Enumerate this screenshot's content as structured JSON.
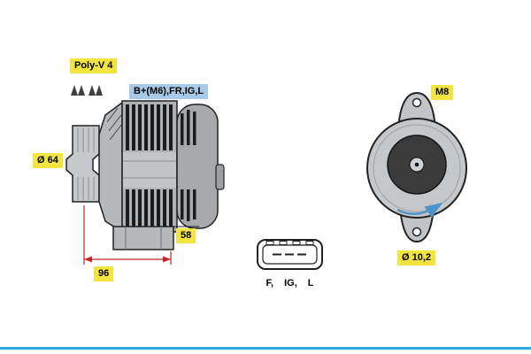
{
  "side_view": {
    "belt_type_label": "Poly-V 4",
    "terminals_label": "B+(M6),FR,IG,L",
    "pulley_diameter_label": "Ø 64",
    "foot_width_label": "58",
    "mounting_length_label": "96"
  },
  "connector": {
    "pins_label": "F, IG, L"
  },
  "rear_view": {
    "thread_label": "M8",
    "hole_diameter_label": "Ø 10,2"
  },
  "colors": {
    "highlight_yellow": "#f3e53f",
    "highlight_blue": "#a7cae9",
    "dimension_red": "#c4262e",
    "rotation_arrow_blue": "#4e93c8",
    "accent_line_blue": "#2fa9e1",
    "body_gray": "#b5b9bc",
    "rotor_dark": "#3b3b3b"
  }
}
